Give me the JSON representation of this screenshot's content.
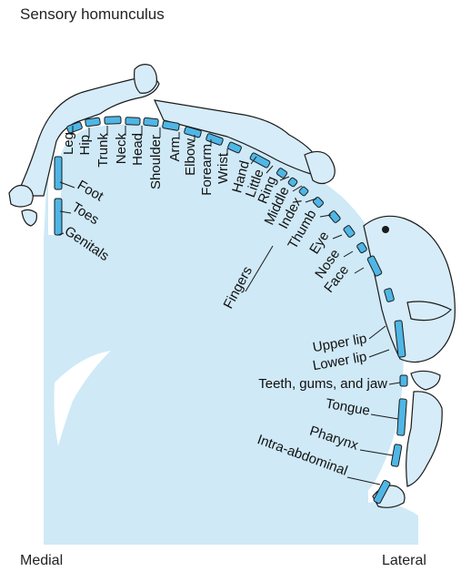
{
  "title": "Sensory homunculus",
  "axis": {
    "medial": "Medial",
    "lateral": "Lateral"
  },
  "colors": {
    "tissue": "#cfe9f7",
    "segment": "#4fb6e6",
    "outline": "#1a1a1a",
    "figure": "#d6ecf8"
  },
  "body_parts": [
    "Leg",
    "Hip",
    "Trunk",
    "Neck",
    "Head",
    "Shoulder",
    "Arm",
    "Elbow",
    "Forearm",
    "Wrist",
    "Hand",
    "Little",
    "Ring",
    "Middle",
    "Index",
    "Thumb",
    "Eye",
    "Nose",
    "Face",
    "Upper lip",
    "Lower lip",
    "Teeth, gums, and jaw",
    "Tongue",
    "Pharynx",
    "Intra-abdominal",
    "Foot",
    "Toes",
    "Genitals",
    "Fingers"
  ]
}
